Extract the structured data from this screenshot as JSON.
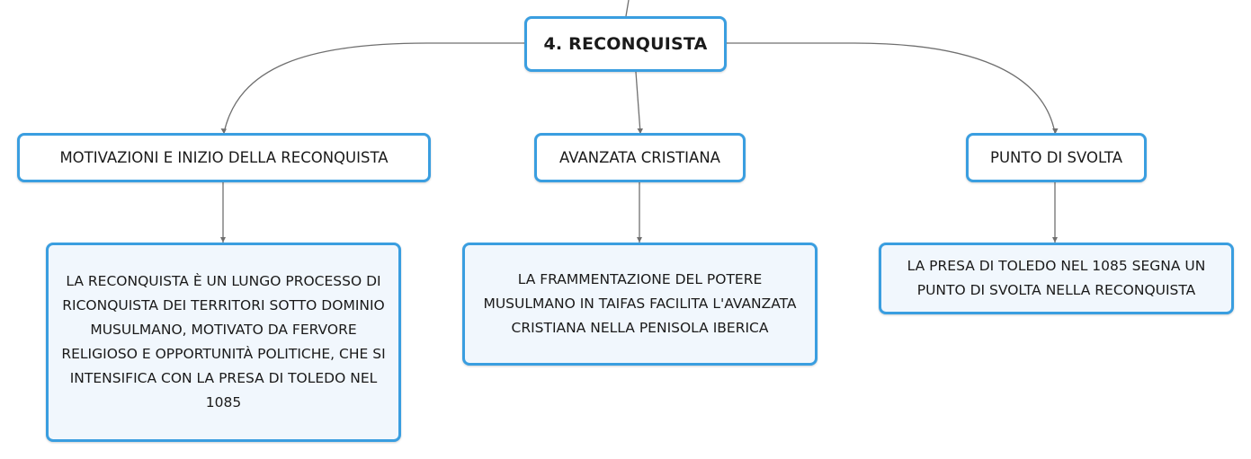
{
  "colors": {
    "node_border": "#3a9ee0",
    "leaf_fill": "#f1f7fd",
    "connector": "#6f6f6f"
  },
  "root": {
    "label": "4. RECONQUISTA"
  },
  "branches": [
    {
      "label": "MOTIVAZIONI E INIZIO DELLA RECONQUISTA",
      "detail": "LA RECONQUISTA È UN LUNGO PROCESSO DI RICONQUISTA DEI TERRITORI SOTTO DOMINIO MUSULMANO, MOTIVATO DA FERVORE RELIGIOSO E OPPORTUNITÀ POLITICHE, CHE SI INTENSIFICA CON LA PRESA DI TOLEDO NEL 1085"
    },
    {
      "label": "AVANZATA CRISTIANA",
      "detail": "LA FRAMMENTAZIONE DEL POTERE MUSULMANO IN TAIFAS FACILITA L'AVANZATA CRISTIANA NELLA PENISOLA IBERICA"
    },
    {
      "label": "PUNTO DI SVOLTA",
      "detail": "LA PRESA DI TOLEDO NEL 1085 SEGNA UN PUNTO DI SVOLTA NELLA RECONQUISTA"
    }
  ]
}
